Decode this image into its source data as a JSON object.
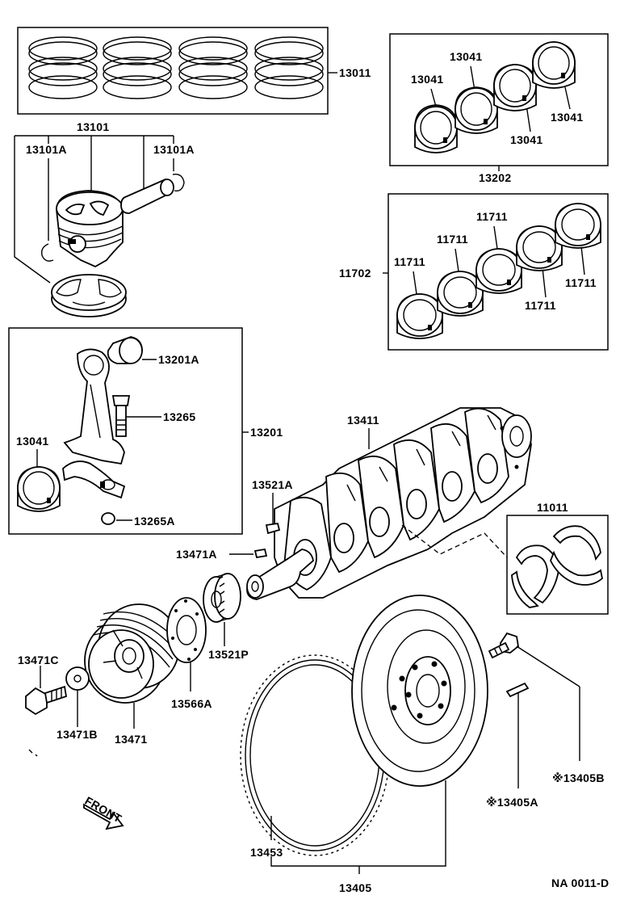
{
  "diagram": {
    "parts": {
      "piston_ring_set": "13011",
      "piston_sub_assy": "13101",
      "piston_pin_clip_left": "13101A",
      "piston_pin_clip_right": "13101A",
      "conn_rod_bearing_set": "13202",
      "conn_rod_bearing_1": "13041",
      "conn_rod_bearing_2": "13041",
      "conn_rod_bearing_3": "13041",
      "conn_rod_bearing_4": "13041",
      "crank_bearing_set": "11702",
      "crank_bearing_1": "11711",
      "crank_bearing_2": "11711",
      "crank_bearing_3": "11711",
      "crank_bearing_4": "11711",
      "crank_bearing_5": "11711",
      "conn_rod_bushing": "13201A",
      "conn_rod_bolt": "13265",
      "conn_rod_assy": "13201",
      "conn_rod_bearing_single": "13041",
      "conn_rod_nut": "13265A",
      "crankshaft": "13411",
      "crank_key_1": "13521A",
      "crank_key_2": "13471A",
      "thrust_washer_set": "11011",
      "pulley_bolt": "13471C",
      "pulley_washer": "13471B",
      "crank_pulley": "13471",
      "timing_plate": "13566A",
      "timing_pulley": "13521P",
      "ring_gear": "13453",
      "flywheel_assy": "13405",
      "flywheel_pin": "※13405A",
      "flywheel_bolt": "※13405B"
    },
    "front_marker": "FRONT",
    "figure_code": "NA 0011-D"
  }
}
